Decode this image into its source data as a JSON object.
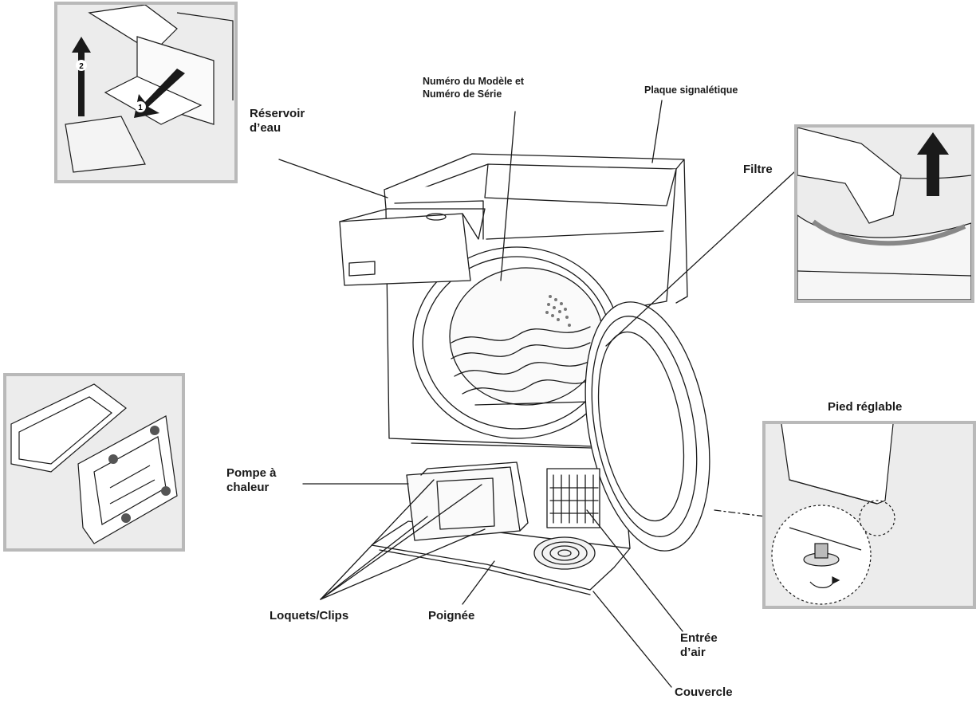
{
  "labels": {
    "model_serial_line1": "Numéro du Modèle et",
    "model_serial_line2": "Numéro de Série",
    "rating_plate": "Plaque signalétique",
    "water_tank_line1": "Réservoir",
    "water_tank_line2": "d’eau",
    "filter": "Filtre",
    "adjustable_foot": "Pied réglable",
    "heat_pump_line1": "Pompe à",
    "heat_pump_line2": "chaleur",
    "latches": "Loquets/Clips",
    "handle": "Poignée",
    "air_inlet_line1": "Entrée",
    "air_inlet_line2": "d’air",
    "cover": "Couvercle"
  },
  "callout_numbers": {
    "step1": "1",
    "step2": "2"
  },
  "colors": {
    "inset_bg": "#ececec",
    "inset_border": "#b9b9b9",
    "line": "#1a1a1a"
  }
}
